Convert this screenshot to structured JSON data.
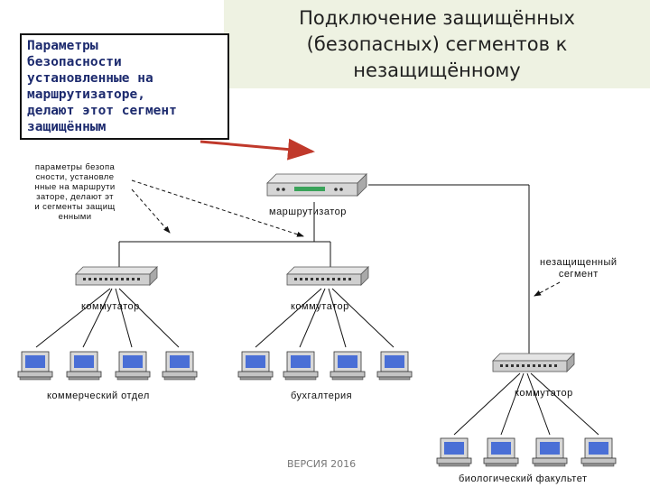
{
  "title": "Подключение защищённых\n(безопасных) сегментов к\nнезащищённому",
  "callout": "Параметры\nбезопасности\nустановленные на\nмаршрутизаторе,\nделают этот сегмент\nзащищённым",
  "small_note": "параметры безопа\nсности, установле\nнные на маршрути\nзаторе, делают эт\nи сегменты защищ\nенными",
  "router_label": "маршрутизатор",
  "switch_label": "коммутатор",
  "unprotected_segment_label": "незащищенный\nсегмент",
  "departments": {
    "commercial": "коммерческий отдел",
    "accounting": "бухгалтерия",
    "biology": "биологический факультет"
  },
  "version": "ВЕРСИЯ 2016",
  "colors": {
    "title_band": "#eef2e2",
    "callout_text": "#1c2a6e",
    "arrow_red": "#c0392b",
    "screen_blue": "#4a6fd6"
  },
  "icons": [
    "router-icon",
    "switch-icon",
    "computer-icon"
  ]
}
